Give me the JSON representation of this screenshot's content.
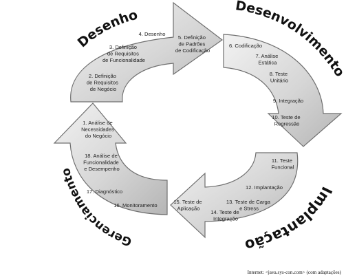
{
  "phases": {
    "desenho": "Desenho",
    "desenvolvimento": "Desenvolvimento",
    "implantacao": "Implantação",
    "gerenciamento": "Gerenciamento"
  },
  "steps": {
    "s1": [
      "1. Análise de",
      "Necessidades",
      "do Negócio"
    ],
    "s2": [
      "2. Definição",
      "de Requisitos",
      "de Negócio"
    ],
    "s3": [
      "3. Definição",
      "de Requisitos",
      "de Funcionalidade"
    ],
    "s4": [
      "4. Desenho"
    ],
    "s5": [
      "5. Definição",
      "de Padrões",
      "de Codificação"
    ],
    "s6": [
      "6. Codificação"
    ],
    "s7": [
      "7. Análise",
      "Estática"
    ],
    "s8": [
      "8. Teste",
      "Unitário"
    ],
    "s9": [
      "9. Integração"
    ],
    "s10": [
      "10. Teste de",
      "Regressão"
    ],
    "s11": [
      "11. Teste",
      "Funcional"
    ],
    "s12": [
      "12. Implantação"
    ],
    "s13": [
      "13. Teste de Carga",
      "e Stress"
    ],
    "s14": [
      "14. Teste de",
      "Integração"
    ],
    "s15": [
      "15. Teste de",
      "Aplicação"
    ],
    "s16": [
      "16. Monitoramento"
    ],
    "s17": [
      "17. Diagnóstico"
    ],
    "s18": [
      "18. Análise de",
      "Funcionalidade",
      "e Desempenho"
    ]
  },
  "source": "Internet: <java.sys-con.com> (com adaptações)"
}
